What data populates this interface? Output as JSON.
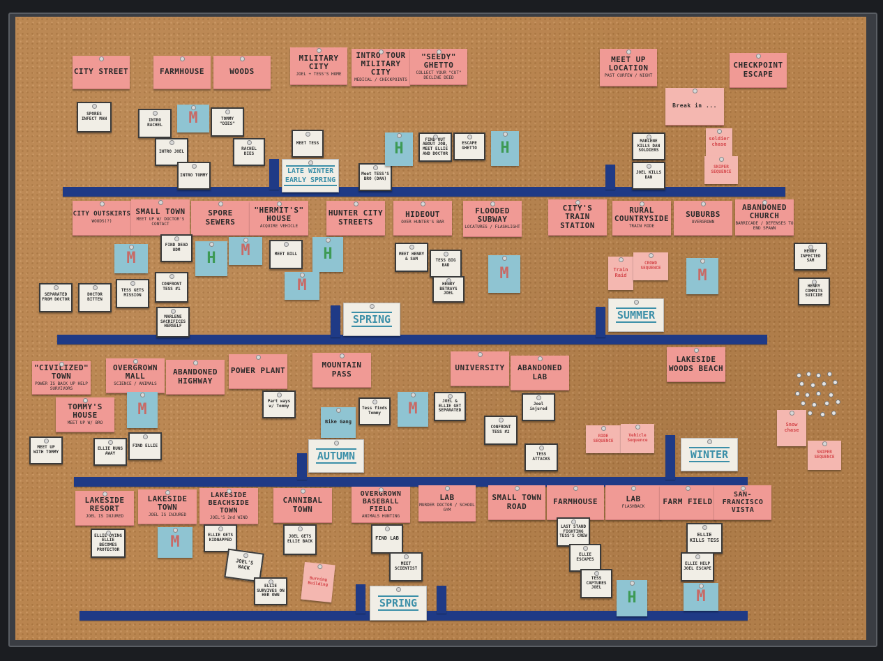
{
  "row1": {
    "headers": [
      {
        "title": "CITY STREET",
        "sub": ""
      },
      {
        "title": "FARMHOUSE",
        "sub": ""
      },
      {
        "title": "WOODS",
        "sub": ""
      },
      {
        "title": "MILITARY CITY",
        "sub": "JOEL + TESS'S HOME"
      },
      {
        "title": "INTRO TOUR MILITARY CITY",
        "sub": "MEDICAL / CHECKPOINTS"
      },
      {
        "title": "\"SEEDY\" GHETTO",
        "sub": "COLLECT YOUR \"CUT\" DECLINE DEED"
      },
      {
        "title": "MEET UP LOCATION",
        "sub": "PAST CURFEW / NIGHT"
      },
      {
        "title": "CHECKPOINT ESCAPE",
        "sub": ""
      },
      {
        "title": "Break in ...",
        "sub": ""
      }
    ],
    "cards": [
      "SPORES INFECT MAN",
      "INTRO RACHEL",
      "TOMMY \"DIES\"",
      "INTRO JOEL",
      "INTRO TOMMY",
      "RACHEL DIES",
      "MEET TESS",
      "FIND OUT ABOUT JOB, MEET ELLIE AND DOCTOR",
      "ESCAPE GHETTO",
      "Meet TESS'S BRO (DAN)",
      "MARLENE KILLS DAN SOLDIERS",
      "JOEL KILLS DAN",
      "soldier chase",
      "SNIPER SEQUENCE"
    ],
    "season": [
      "LATE WINTER",
      "EARLY SPRING"
    ]
  },
  "row2": {
    "headers": [
      {
        "title": "CITY OUTSKIRTS",
        "sub": "WOODS(?)"
      },
      {
        "title": "SMALL TOWN",
        "sub": "MEET UP W/ DOCTOR'S CONTACT"
      },
      {
        "title": "SPORE SEWERS",
        "sub": ""
      },
      {
        "title": "\"HERMIT'S\" HOUSE",
        "sub": "ACQUIRE VEHICLE"
      },
      {
        "title": "HUNTER CITY STREETS",
        "sub": ""
      },
      {
        "title": "HIDEOUT",
        "sub": "OVER HUNTER'S BAR"
      },
      {
        "title": "FLOODED SUBWAY",
        "sub": "LOCATURES / FLASHLIGHT"
      },
      {
        "title": "CITY'S TRAIN STATION",
        "sub": ""
      },
      {
        "title": "RURAL COUNTRYSIDE",
        "sub": "TRAIN RIDE"
      },
      {
        "title": "SUBURBS",
        "sub": "OVERGROWN"
      },
      {
        "title": "ABANDONED CHURCH",
        "sub": "BARRICADE / DEFENSES TO END SPAWN"
      }
    ],
    "cards": [
      "SEPARATED FROM DOCTOR",
      "DOCTOR BITTEN",
      "TESS GETS MISSION",
      "FIND DEAD UDM",
      "CONFRONT TESS #1",
      "MARLENE SACRIFICES HERSELF",
      "MEET BILL",
      "MEET HENRY & SAM",
      "TESS BIG BAD",
      "HENRY BETRAYS JOEL",
      "Train Raid",
      "CROWD SEQUENCE",
      "HENRY INFECTED SAM",
      "HENRY COMMITS SUICIDE"
    ],
    "season": [
      "SPRING",
      "SUMMER"
    ]
  },
  "row3": {
    "headers": [
      {
        "title": "\"CIVILIZED\" TOWN",
        "sub": "POWER IS BACK UP HELP SURVIVORS"
      },
      {
        "title": "OVERGROWN MALL",
        "sub": "SCIENCE / ANIMALS"
      },
      {
        "title": "ABANDONED HIGHWAY",
        "sub": ""
      },
      {
        "title": "POWER PLANT",
        "sub": ""
      },
      {
        "title": "MOUNTAIN PASS",
        "sub": ""
      },
      {
        "title": "UNIVERSITY",
        "sub": ""
      },
      {
        "title": "ABANDONED LAB",
        "sub": ""
      },
      {
        "title": "LAKESIDE WOODS BEACH",
        "sub": ""
      },
      {
        "title": "TOMMY'S HOUSE",
        "sub": "MEET UP W/ BRO"
      }
    ],
    "cards": [
      "MEET UP WITH TOMMY",
      "ELLIE RUNS AWAY",
      "FIND ELLIE",
      "Part ways w/ Tommy",
      "Bike Gang",
      "Tess finds Tommy",
      "JOEL & ELLIE GET SEPARATED",
      "CONFRONT TESS #2",
      "Joel injured",
      "TESS ATTACKS",
      "RIDE SEQUENCE",
      "Vehicle Sequence",
      "Snow chase",
      "SNIPER SEQUENCE"
    ],
    "season": [
      "AUTUMN",
      "WINTER"
    ]
  },
  "row4": {
    "headers": [
      {
        "title": "LAKESIDE RESORT",
        "sub": "JOEL IS INJURED"
      },
      {
        "title": "LAKESIDE TOWN",
        "sub": "JOEL IS INJURED"
      },
      {
        "title": "LAKESIDE BEACHSIDE TOWN",
        "sub": "JOEL'S 2nd WIND"
      },
      {
        "title": "CANNIBAL TOWN",
        "sub": ""
      },
      {
        "title": "OVERGROWN BASEBALL FIELD",
        "sub": "ANIMALS HUNTING"
      },
      {
        "title": "LAB",
        "sub": "MURDER DOCTOR / SCHOOL GYM"
      },
      {
        "title": "SMALL TOWN ROAD",
        "sub": ""
      },
      {
        "title": "FARMHOUSE",
        "sub": ""
      },
      {
        "title": "LAB",
        "sub": "FLASHBACK"
      },
      {
        "title": "FARM FIELD",
        "sub": ""
      },
      {
        "title": "SAN-FRANCISCO VISTA",
        "sub": ""
      }
    ],
    "cards": [
      "ELLIE DYING ELLIE BECOMES PROTECTOR",
      "ELLIE GETS KIDNAPPED",
      "JOEL'S BACK",
      "ELLIE SURVIVES ON HER OWN",
      "JOEL GETS ELLIE BACK",
      "Burning Building",
      "FIND LAB",
      "MEET SCIENTIST",
      "LAST STAND FIGHTING TESS'S CREW",
      "ELLIE ESCAPES",
      "TESS CAPTURES JOEL",
      "ELLIE KILLS TESS",
      "ELLIE HELP JOEL ESCAPE"
    ],
    "season": [
      "SPRING"
    ]
  },
  "markers": {
    "h": "H",
    "m": "M"
  },
  "colors": {
    "cork": "#b9844e",
    "tape": "#1f3a86",
    "pink": "#f09a95",
    "blue": "#8fc4d2",
    "season_text": "#3b8fa8"
  }
}
